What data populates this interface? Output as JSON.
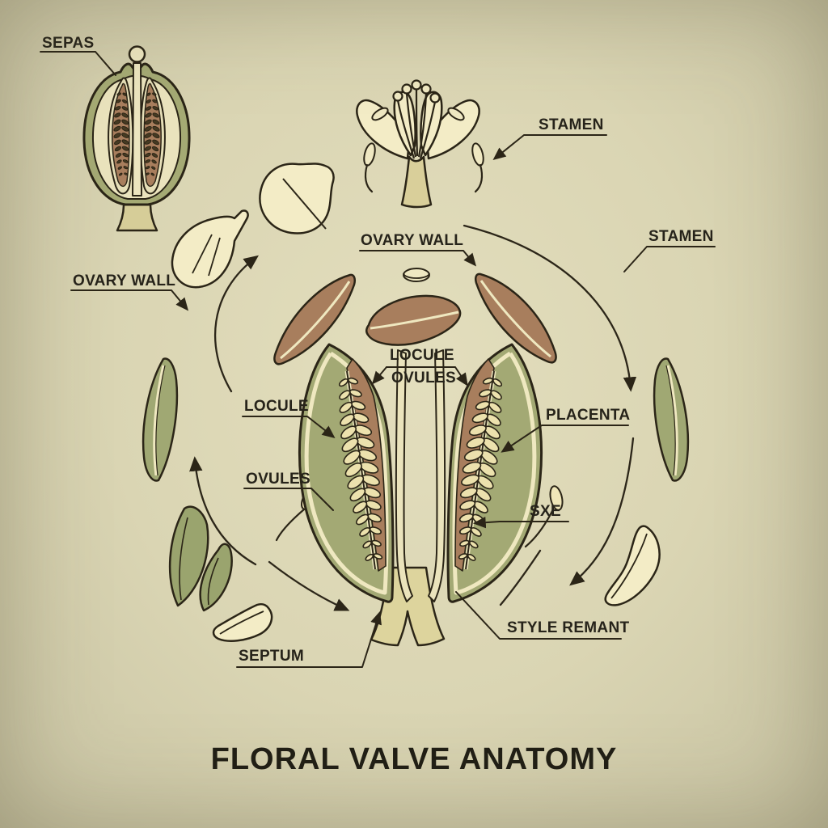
{
  "title": "FLORAL VALVE ANATOMY",
  "labels": {
    "sepals": "SEPAS",
    "stamen_top": "STAMEN",
    "stamen_right": "STAMEN",
    "ovary_wall_left": "OVARY WALL",
    "ovary_wall_top": "OVARY WALL",
    "locule_center": "LOCULE",
    "ovules_center": "OVULES",
    "locule_left": "LOCULE",
    "ovules_left": "OVULES",
    "placenta": "PLACENTA",
    "style": "SXE",
    "style_remnant": "STYLE REMANT",
    "septum": "SEPTUM"
  },
  "colors": {
    "background": "#dad5b3",
    "outline": "#2b2517",
    "leaf_green": "#a3a974",
    "locule_brown": "#a87e5d",
    "petal_cream": "#f3ecc6",
    "ovule_cream": "#ece1ad",
    "stalk_tan": "#ddd49d",
    "text": "#26231a"
  },
  "parts": [
    "ovary-cross-section",
    "whole-flower",
    "detached-stamen",
    "petal",
    "ovary-wall-valve",
    "green-valve-leaf",
    "opened-fruit-valves",
    "ovule-column",
    "septum-style-strips",
    "pedicel"
  ]
}
